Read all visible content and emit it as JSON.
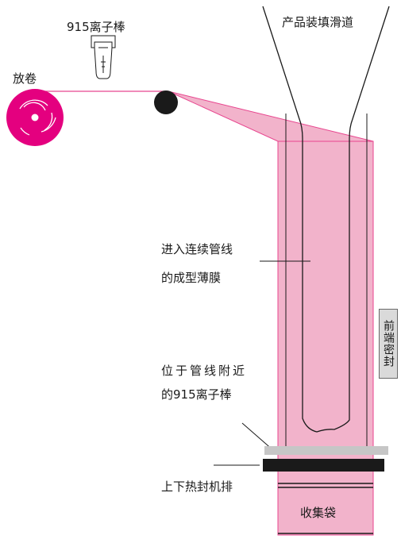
{
  "labels": {
    "ionizer_top": "915离子棒",
    "unwind": "放卷",
    "chute": "产品装填滑道",
    "film_line1": "进入连续管线",
    "film_line2": "的成型薄膜",
    "front_seal": "前端密封",
    "ionizer_near_line1": "位于管线附近",
    "ionizer_near_line2": "的915离子棒",
    "heat_seal": "上下热封机排",
    "bag": "收集袋"
  },
  "colors": {
    "magenta": "#e4007f",
    "film_pink": "#f2b3cb",
    "film_edge": "#e8468f",
    "ionizer_bar": "#c6c6c6",
    "sealer_bar": "#1a1a1a",
    "line": "#1a1a1a"
  }
}
